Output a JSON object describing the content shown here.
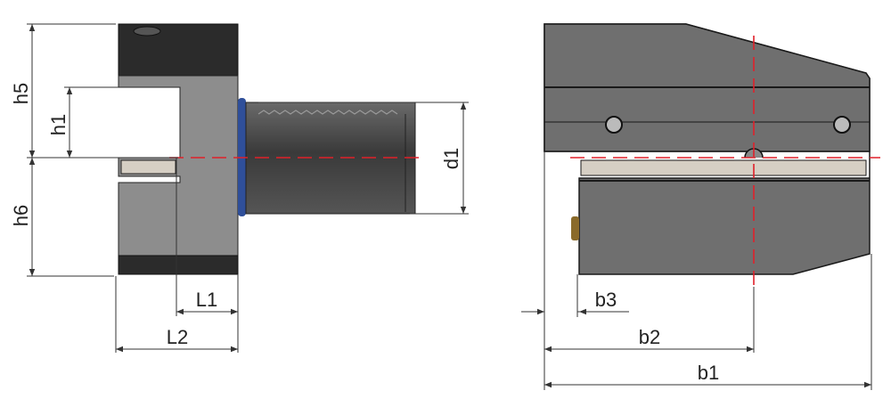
{
  "left_view": {
    "labels": {
      "h5": "h5",
      "h1": "h1",
      "h6": "h6",
      "d1": "d1",
      "L1": "L1",
      "L2": "L2"
    }
  },
  "right_view": {
    "labels": {
      "b1": "b1",
      "b2": "b2",
      "b3": "b3"
    }
  },
  "colors": {
    "body_dark": "#2b2b2b",
    "body_gray": "#8a8a8a",
    "shank": "#4a4a4a",
    "seal": "#2f4f9a",
    "insert": "#d6cfc4",
    "centerline": "#e0202a"
  }
}
